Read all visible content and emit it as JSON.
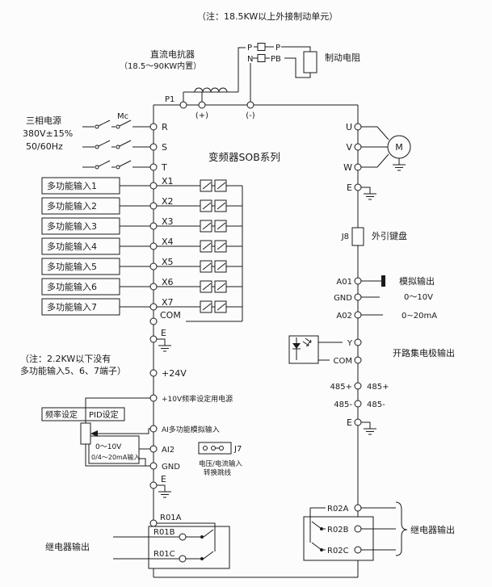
{
  "title": "变频器SOB系列",
  "colors": {
    "ink": "#1a1a1a",
    "background": "#fcfcfc"
  },
  "notes": {
    "top": "（注：18.5KW以上外接制动单元）",
    "bottom1": "（注：2.2KW以下没有",
    "bottom2": "多功能输入5、6、7端子）"
  },
  "reactor": {
    "line1": "直流电抗器",
    "line2": "（18.5～90KW内置）"
  },
  "brake": {
    "p_left": "P",
    "p_right": "P",
    "n": "N",
    "pb": "PB",
    "resistor": "制动电阻"
  },
  "dc_terminals": {
    "p1": "P1",
    "plus": "(+)",
    "minus": "(-)"
  },
  "power": {
    "line1": "三相电源",
    "line2": "380V±15%",
    "line3": "50/60Hz",
    "contactor": "Mc",
    "r": "R",
    "s": "S",
    "t": "T"
  },
  "inputs": {
    "boxes": [
      "多功能输入1",
      "多功能输入2",
      "多功能输入3",
      "多功能输入4",
      "多功能输入5",
      "多功能输入6",
      "多功能输入7"
    ],
    "terminals": [
      "X1",
      "X2",
      "X3",
      "X4",
      "X5",
      "X6",
      "X7"
    ],
    "com": "COM",
    "e": "E",
    "v24": "+24V"
  },
  "analog_in": {
    "v10": "+10V频率设定用电源",
    "freq_box": "频率设定",
    "pid_box": "PID设定",
    "ai": "AI多功能模拟输入",
    "ai2": "AI2",
    "gnd": "GND",
    "range1": "0～10V",
    "range2": "0/4～20mA输入",
    "j7": "J7",
    "jumper1": "电压/电流输入",
    "jumper2": "转换跳线",
    "e": "E"
  },
  "relay1": {
    "a": "R01A",
    "b": "R01B",
    "c": "R01C",
    "label": "继电器输出"
  },
  "motor_out": {
    "u": "U",
    "v": "V",
    "w": "W",
    "m": "M",
    "e": "E"
  },
  "keypad": {
    "j8": "J8",
    "label": "外引键盘"
  },
  "analog_out": {
    "a01": "A01",
    "gnd": "GND",
    "a02": "A02",
    "label": "模拟输出",
    "range1": "0～10V",
    "range2": "0~20mA"
  },
  "collector": {
    "y": "Y",
    "com": "COM",
    "label": "开路集电极输出"
  },
  "rs485": {
    "plus_in": "485+",
    "plus_out": "485+",
    "minus_in": "485-",
    "minus_out": "485-",
    "e": "E"
  },
  "relay2": {
    "a": "R02A",
    "b": "R02B",
    "c": "R02C",
    "label": "继电器输出"
  }
}
